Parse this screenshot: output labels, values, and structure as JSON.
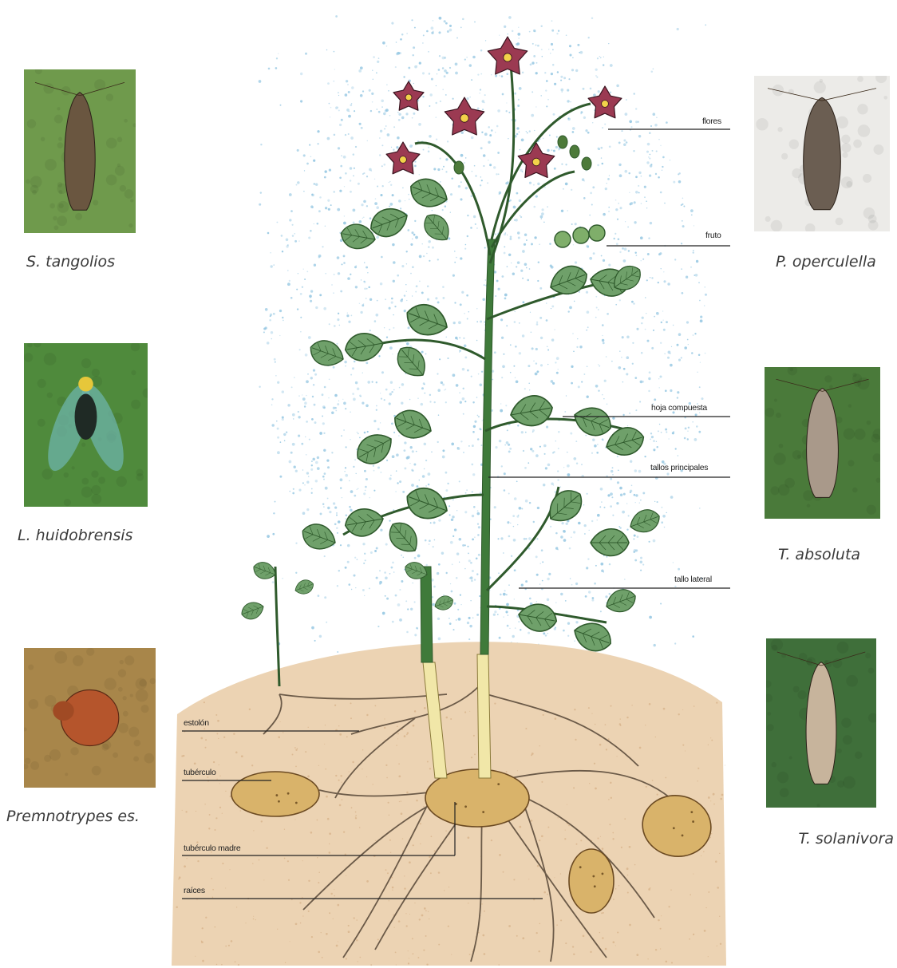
{
  "insects": [
    {
      "caption": "S. tangolios",
      "bg": "#6f9a4c",
      "body": "#6a5640",
      "kind": "moth"
    },
    {
      "caption": "L. huidobrensis",
      "bg": "#4f8a3c",
      "body": "#1f2a25",
      "kind": "fly"
    },
    {
      "caption": "Premnotrypes es.",
      "bg": "#a8864a",
      "body": "#b5552c",
      "kind": "weevil"
    },
    {
      "caption": "P. operculella",
      "bg": "#ecebe8",
      "body": "#6b5e52",
      "kind": "moth"
    },
    {
      "caption": "T. absoluta",
      "bg": "#4a7a3a",
      "body": "#a9998a",
      "kind": "moth"
    },
    {
      "caption": "T. solanivora",
      "bg": "#3f6f3a",
      "body": "#c7b49c",
      "kind": "moth"
    }
  ],
  "plant_labels": {
    "flores": "flores",
    "fruto": "fruto",
    "hoja": "hoja compuesta",
    "tallos": "tallos principales",
    "tallo_lateral": "tallo lateral",
    "estolon": "estolón",
    "tuberculo": "tubérculo",
    "tuberculo_madre": "tubérculo madre",
    "raices": "raíces"
  },
  "colors": {
    "sky_dots": "#8ec3e0",
    "soil": "#ecd3b3",
    "leaf": "#6fa06a",
    "leaf_dark": "#2f5a2c",
    "stem": "#3f7a3a",
    "flower": "#9b3a52",
    "tuber": "#d9b36a",
    "root": "#6b5a48"
  }
}
